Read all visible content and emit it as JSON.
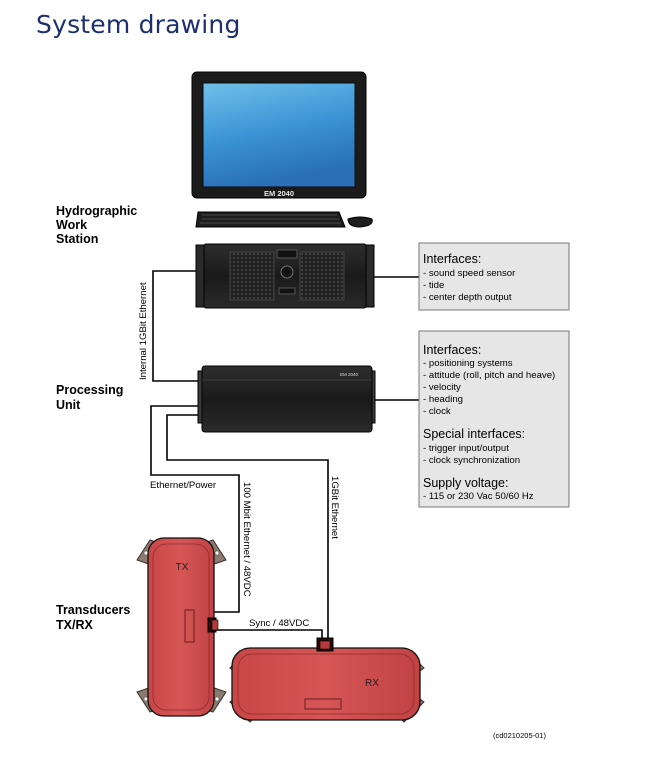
{
  "title": "System drawing",
  "components": {
    "workstation": {
      "label": [
        "Hydrographic",
        "Work",
        "Station"
      ],
      "monitor_text": "EM 2040"
    },
    "processing_unit": {
      "label": [
        "Processing",
        "Unit"
      ],
      "badge": "EM 2040"
    },
    "transducers": {
      "label": [
        "Transducers",
        "TX/RX"
      ],
      "tx": "TX",
      "rx": "RX"
    }
  },
  "interfaces_top": {
    "heading": "Interfaces:",
    "items": [
      "- sound speed sensor",
      "- tide",
      "- center depth output"
    ]
  },
  "interfaces_bottom": {
    "heading": "Interfaces:",
    "items": [
      "- positioning systems",
      "- attitude (roll, pitch and heave)",
      "- velocity",
      "- heading",
      "- clock"
    ],
    "special_heading": "Special interfaces:",
    "special_items": [
      "- trigger input/output",
      "- clock synchronization"
    ],
    "supply_heading": "Supply voltage:",
    "supply_items": [
      "- 115 or 230 Vac 50/60 Hz"
    ]
  },
  "cables": {
    "internal": "Internal 1GBit Ethernet",
    "ethernet_power": "Ethernet/Power",
    "mbit": "100 Mbit Ethernet / 48VDC",
    "gbit": "1GBit Ethernet",
    "sync": "Sync / 48VDC"
  },
  "reference": "(cd0210205-01)"
}
